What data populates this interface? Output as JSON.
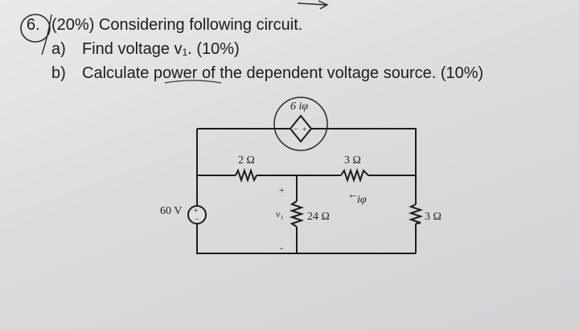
{
  "question": {
    "number": "6.",
    "title": "(20%) Considering following circuit.",
    "parts": [
      {
        "label": "a)",
        "text": "Find voltage v₁. (10%)"
      },
      {
        "label": "b)",
        "text": "Calculate power of the dependent voltage source. (10%)"
      }
    ]
  },
  "circuit": {
    "dependent_source_label": "6 iφ",
    "dep_plus": "+",
    "dep_minus": "−",
    "r_left_top": "2 Ω",
    "r_right_top": "3 Ω",
    "r_mid": "24 Ω",
    "r_far_right": "3 Ω",
    "source_label": "60 V",
    "source_plus": "+",
    "source_minus": "−",
    "v1_label": "v₁",
    "v1_plus": "+",
    "v1_minus": "-",
    "current_label": "iφ",
    "current_arrow": "←"
  }
}
